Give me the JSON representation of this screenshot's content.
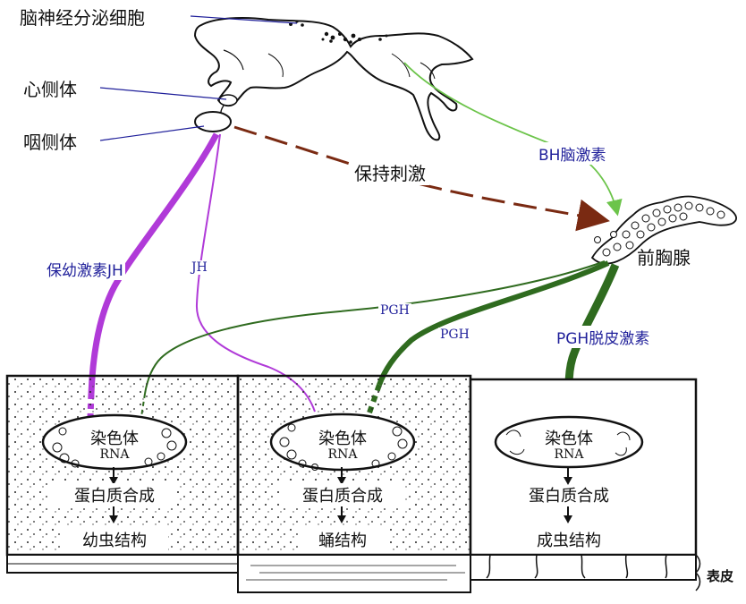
{
  "labels": {
    "neurosecretory": "脑神经分泌细胞",
    "corpus_cardiacum": "心侧体",
    "corpus_allatum": "咽侧体",
    "maintain_stimulus": "保持刺激",
    "bh": "BH脑激素",
    "prothoracic_gland": "前胸腺",
    "jh_full": "保幼激素JH",
    "jh": "JH",
    "pgh_thin": "PGH",
    "pgh_mid": "PGH",
    "pgh_full": "PGH脱皮激素",
    "epidermis": "表皮"
  },
  "cells": [
    {
      "chromosome": "染色体",
      "rna": "RNA",
      "protein": "蛋白质合成",
      "result": "幼虫结构"
    },
    {
      "chromosome": "染色体",
      "rna": "RNA",
      "protein": "蛋白质合成",
      "result": "蛹结构"
    },
    {
      "chromosome": "染色体",
      "rna": "RNA",
      "protein": "蛋白质合成",
      "result": "成虫结构"
    }
  ],
  "colors": {
    "jh": "#b03ad8",
    "pgh": "#2f6b1f",
    "bh": "#6cc44a",
    "stimulus": "#7a2a12",
    "pointer": "#1f1f9a"
  }
}
